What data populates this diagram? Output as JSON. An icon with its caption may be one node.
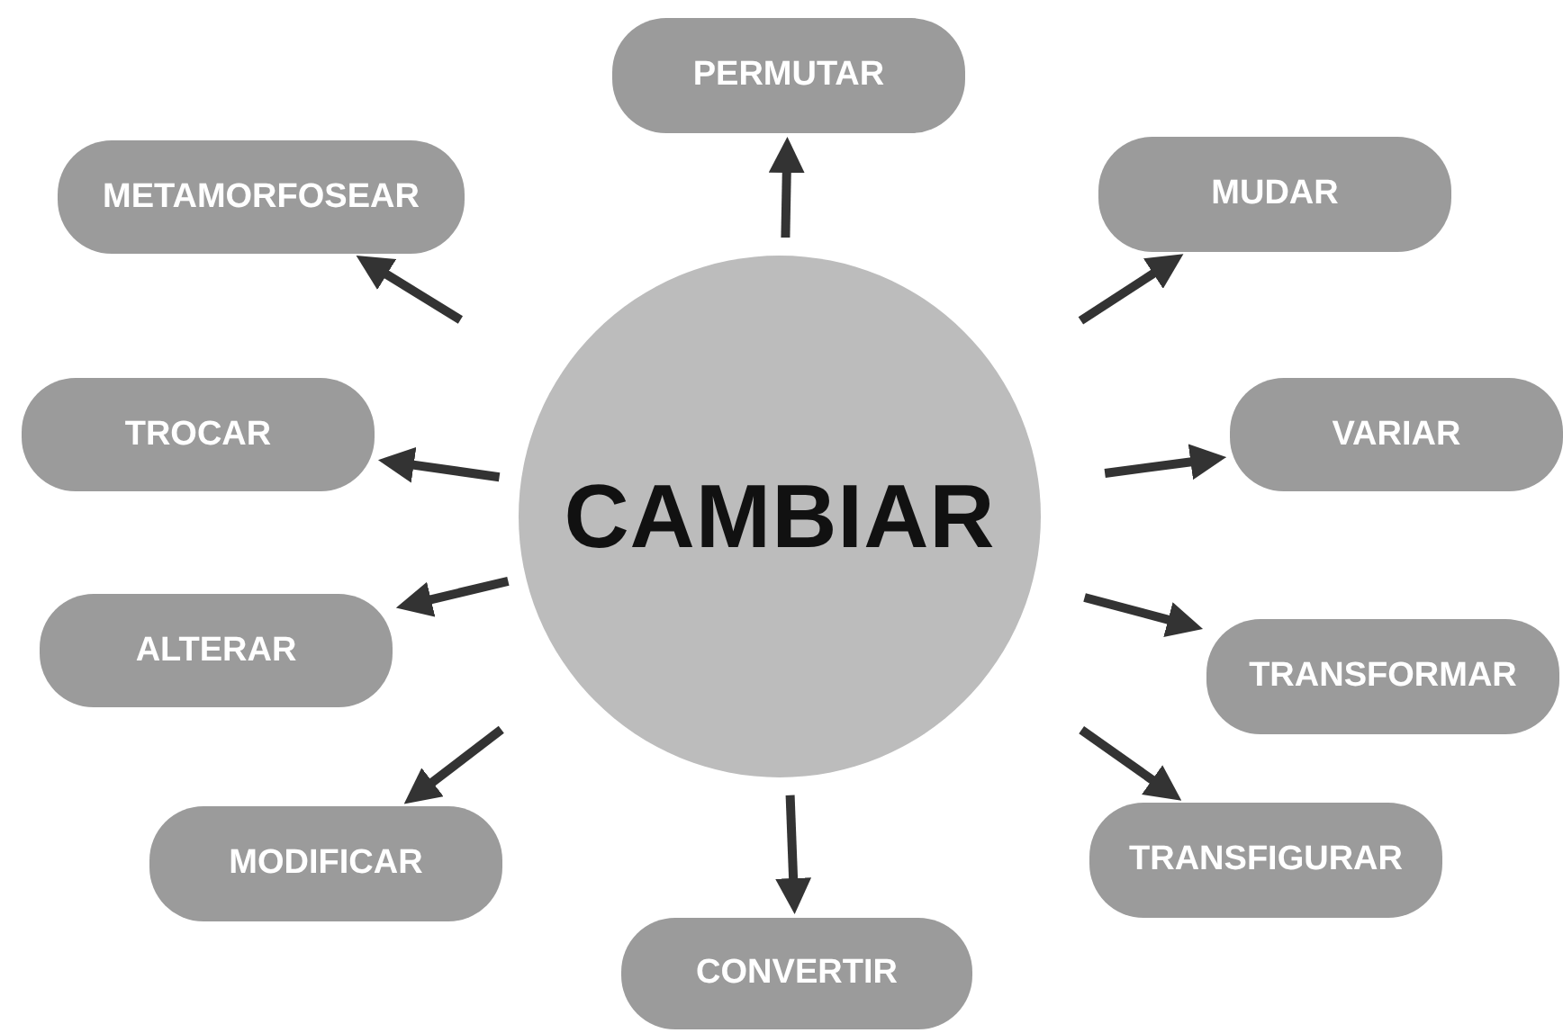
{
  "diagram": {
    "nodes": [
      {
        "text": [
          "CAMBIAR"
        ]
      },
      {
        "text": [
          "PERMUTAR"
        ]
      },
      {
        "text": [
          "METAMORFOSEAR"
        ]
      },
      {
        "text": [
          "MUDAR"
        ]
      },
      {
        "text": [
          "TROCAR"
        ]
      },
      {
        "text": [
          "VARIAR"
        ]
      },
      {
        "text": [
          "ALTERAR"
        ]
      },
      {
        "text": [
          "TRANSFORMAR"
        ]
      },
      {
        "text": [
          "MODIFICAR"
        ]
      },
      {
        "text": [
          "TRANSFIGURAR"
        ]
      },
      {
        "text": [
          "CONVERTIR"
        ]
      }
    ],
    "edges": [
      {
        "from": 0,
        "to": 1,
        "arrow": "to"
      },
      {
        "from": 0,
        "to": 2,
        "arrow": "to"
      },
      {
        "from": 0,
        "to": 3,
        "arrow": "to"
      },
      {
        "from": 0,
        "to": 4,
        "arrow": "to"
      },
      {
        "from": 0,
        "to": 5,
        "arrow": "to"
      },
      {
        "from": 0,
        "to": 6,
        "arrow": "to"
      },
      {
        "from": 0,
        "to": 7,
        "arrow": "to"
      },
      {
        "from": 0,
        "to": 8,
        "arrow": "to"
      },
      {
        "from": 0,
        "to": 9,
        "arrow": "to"
      },
      {
        "from": 0,
        "to": 10,
        "arrow": "to"
      }
    ]
  }
}
